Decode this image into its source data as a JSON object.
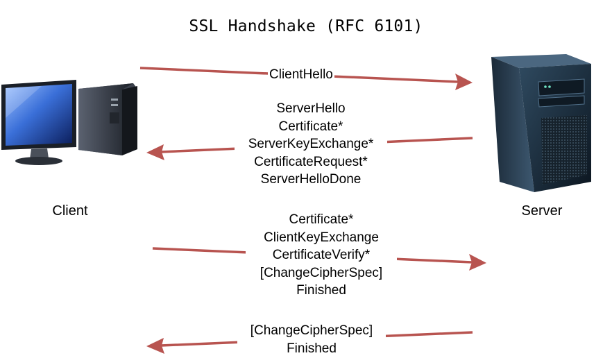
{
  "title": "SSL Handshake (RFC 6101)",
  "nodes": {
    "client": {
      "label": "Client",
      "icon": "desktop-computer-icon"
    },
    "server": {
      "label": "Server",
      "icon": "tower-server-icon"
    }
  },
  "messages": [
    {
      "direction": "client-to-server",
      "lines": [
        "ClientHello"
      ]
    },
    {
      "direction": "server-to-client",
      "lines": [
        "ServerHello",
        "Certificate*",
        "ServerKeyExchange*",
        "CertificateRequest*",
        "ServerHelloDone"
      ]
    },
    {
      "direction": "client-to-server",
      "lines": [
        "Certificate*",
        "ClientKeyExchange",
        "CertificateVerify*",
        "[ChangeCipherSpec]",
        "Finished"
      ]
    },
    {
      "direction": "server-to-client",
      "lines": [
        "[ChangeCipherSpec]",
        "Finished"
      ]
    }
  ],
  "colors": {
    "arrow": "#b85450"
  }
}
